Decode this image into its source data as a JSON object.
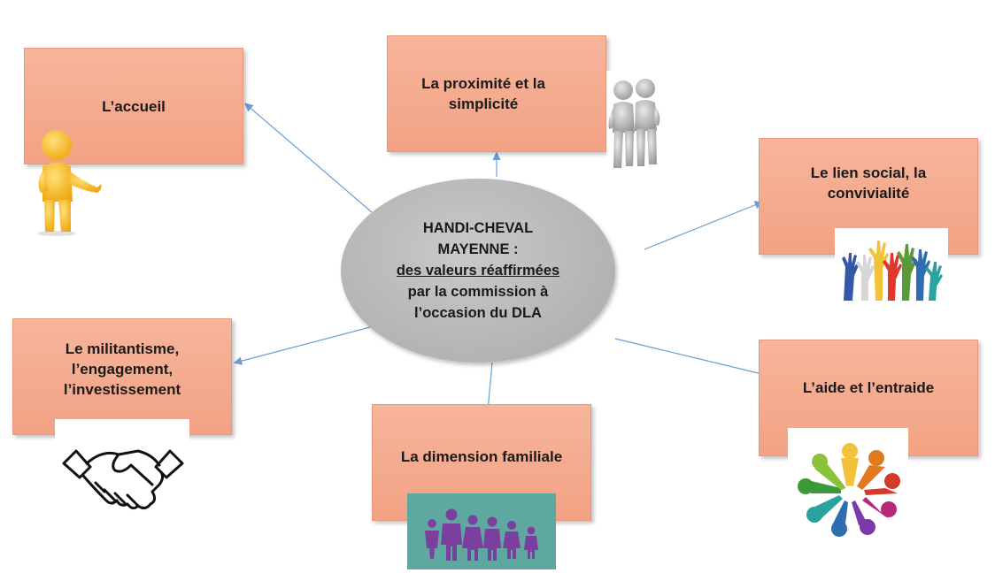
{
  "center": {
    "line1": "HANDI-CHEVAL",
    "line2": "MAYENNE :",
    "line3": "des valeurs réaffirmées",
    "line4": "par la commission à",
    "line5": "l’occasion du DLA"
  },
  "nodes": {
    "accueil": "L’accueil",
    "proximite": "La proximité et la\nsimplicité",
    "lien_social": "Le lien social, la\nconvivialité",
    "militantisme": "Le militantisme,\nl’engagement,\nl’investissement",
    "familiale": "La dimension familiale",
    "aide": "L’aide et l’entraide"
  },
  "colors": {
    "box_fill": "#f4a98c",
    "center_fill": "#b8b8b8",
    "arrow": "#6a9fd4",
    "family_panel": "#5fa8a0",
    "family_figures": "#7b3fa0"
  },
  "icons": [
    "person-presenting-icon",
    "two-people-icon",
    "raised-hands-icon",
    "handshake-icon",
    "family-icon",
    "team-circle-icon"
  ]
}
